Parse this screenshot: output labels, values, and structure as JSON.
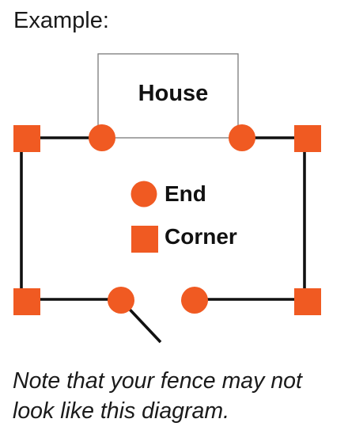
{
  "heading": "Example:",
  "diagram": {
    "house_label": "House",
    "legend": {
      "end_label": "End",
      "corner_label": "Corner"
    }
  },
  "note": "Note that your fence may not look like this diagram.",
  "colors": {
    "marker": "#f05a22",
    "fence_line": "#111111",
    "house_outline": "#7a7a7a"
  },
  "icons": {
    "end_marker": "filled-circle",
    "corner_marker": "filled-square"
  }
}
